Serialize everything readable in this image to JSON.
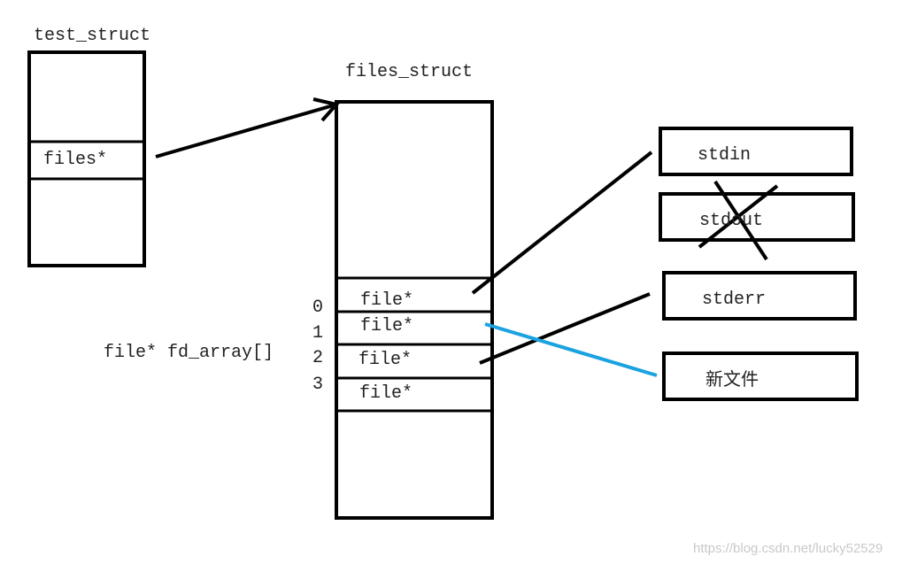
{
  "labels": {
    "test_struct": "test_struct",
    "files_struct": "files_struct",
    "files_ptr": "files*",
    "fd_array": "file* fd_array[]",
    "slot_label": "file*",
    "idx0": "0",
    "idx1": "1",
    "idx2": "2",
    "idx3": "3",
    "stdin": "stdin",
    "stdout": "stdout",
    "stderr": "stderr",
    "new_file": "新文件"
  },
  "watermark": "https://blog.csdn.net/lucky52529",
  "colors": {
    "line": "#000000",
    "redirect": "#1aa3e0",
    "watermark": "#c9c9c9"
  }
}
